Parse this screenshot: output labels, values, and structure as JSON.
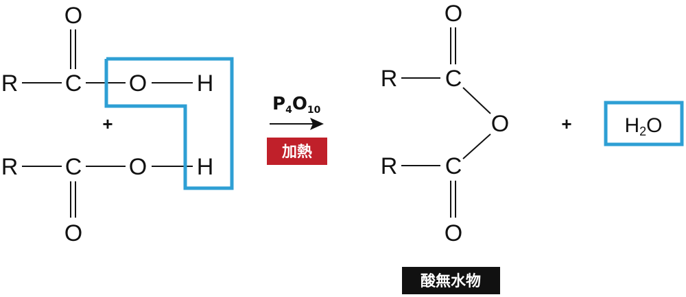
{
  "reactants": {
    "acid1": {
      "r": "R",
      "c": "C",
      "o_carbonyl": "O",
      "o_hydroxyl": "O",
      "h": "H"
    },
    "plus": "+",
    "acid2": {
      "r": "R",
      "c": "C",
      "o_carbonyl": "O",
      "o_hydroxyl": "O",
      "h": "H"
    }
  },
  "condition": {
    "reagent_main_1": "P",
    "reagent_sub_1": "4",
    "reagent_main_2": "O",
    "reagent_sub_2": "10",
    "heat_label": "加熱",
    "heat_color": "#c0202a"
  },
  "product": {
    "r_top": "R",
    "c_top": "C",
    "o_top": "O",
    "o_bridge": "O",
    "r_bottom": "R",
    "c_bottom": "C",
    "o_bottom": "O",
    "name": "酸無水物",
    "name_bg_color": "#111111"
  },
  "byproduct": {
    "plus": "+",
    "h": "H",
    "sub": "2",
    "o": "O",
    "box_color": "#2e9fd4"
  }
}
